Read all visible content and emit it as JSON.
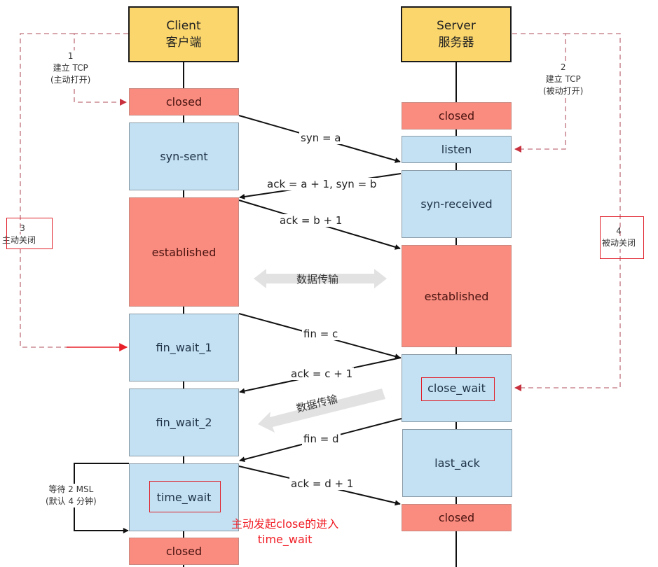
{
  "colors": {
    "actor": "#fad66d",
    "state_blue": "#c3e1f3",
    "state_red": "#f98b7f",
    "dashed_line": "#c0707c",
    "annotation_red": "#f01c24"
  },
  "client": {
    "title": "Client",
    "subtitle": "客户端",
    "states": [
      "closed",
      "syn-sent",
      "established",
      "fin_wait_1",
      "fin_wait_2",
      "time_wait",
      "closed"
    ]
  },
  "server": {
    "title": "Server",
    "subtitle": "服务器",
    "states": [
      "closed",
      "listen",
      "syn-received",
      "established",
      "close_wait",
      "last_ack",
      "closed"
    ]
  },
  "messages": [
    {
      "label": "syn = a",
      "from": "client",
      "to": "server"
    },
    {
      "label": "ack = a + 1, syn = b",
      "from": "server",
      "to": "client"
    },
    {
      "label": "ack = b + 1",
      "from": "client",
      "to": "server"
    },
    {
      "label": "fin = c",
      "from": "client",
      "to": "server"
    },
    {
      "label": "ack = c + 1",
      "from": "server",
      "to": "client"
    },
    {
      "label": "fin = d",
      "from": "server",
      "to": "client"
    },
    {
      "label": "ack = d + 1",
      "from": "client",
      "to": "server"
    }
  ],
  "data_transfer": {
    "bidirectional_label": "数据传输",
    "one_way_label": "数据传输"
  },
  "notes": {
    "step1": {
      "num": "1",
      "line1": "建立 TCP",
      "line2": "(主动打开)"
    },
    "step2": {
      "num": "2",
      "line1": "建立 TCP",
      "line2": "(被动打开)"
    },
    "step3": {
      "num": "3",
      "line1": "主动关闭"
    },
    "step4": {
      "num": "4",
      "line1": "被动关闭"
    },
    "wait": {
      "line1": "等待 2 MSL",
      "line2": "(默认 4 分钟)"
    }
  },
  "annotation": {
    "line1": "主动发起close的进入",
    "line2": "time_wait"
  }
}
